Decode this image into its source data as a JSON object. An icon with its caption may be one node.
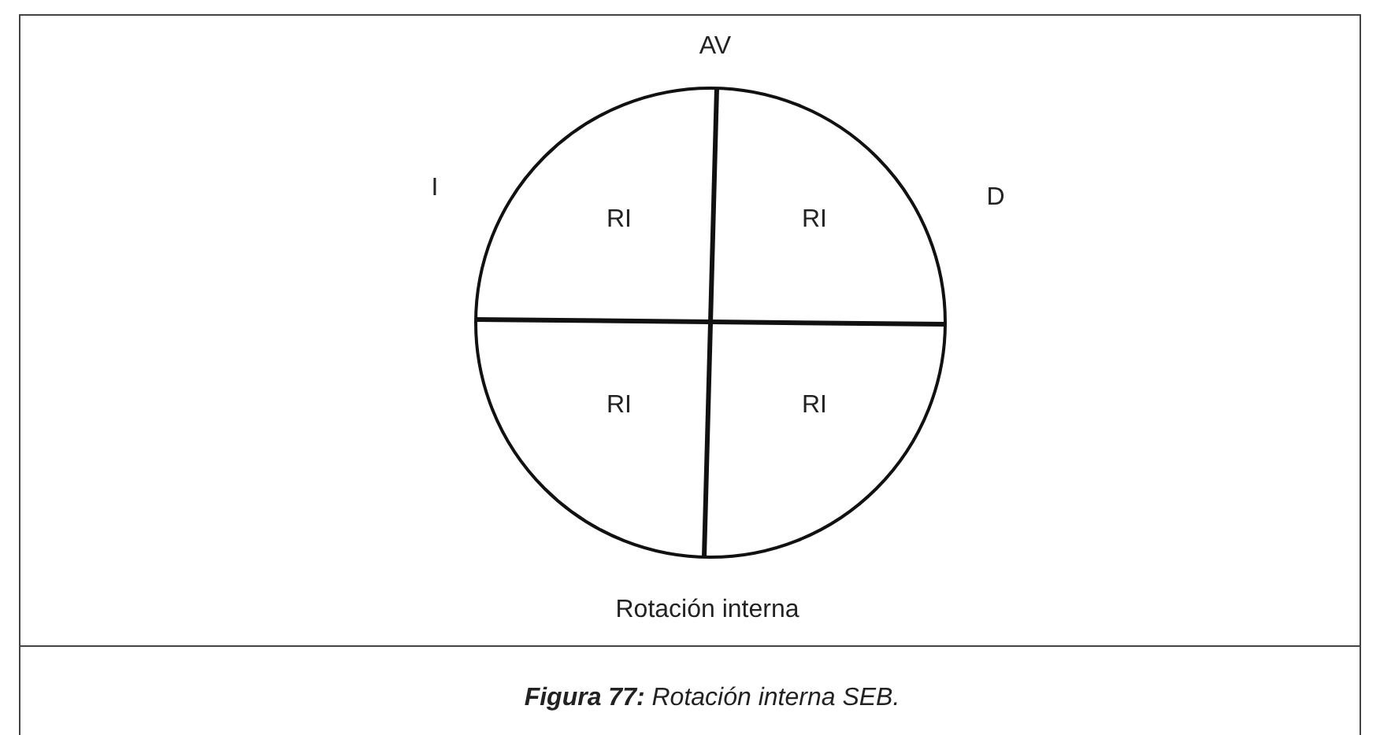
{
  "diagram": {
    "caption": "**Figura 77:** Rotación interna SEB.",
    "nodes": [
      {
        "text": [],
        "shape": "circle"
      },
      {
        "text": [
          "RI"
        ],
        "in": 0
      },
      {
        "text": [
          "RI"
        ],
        "in": 0
      },
      {
        "text": [
          "RI"
        ],
        "in": 0
      },
      {
        "text": [
          "RI"
        ],
        "in": 0
      }
    ],
    "labels": [
      "AV",
      "I",
      "D",
      "Rotación interna"
    ]
  }
}
